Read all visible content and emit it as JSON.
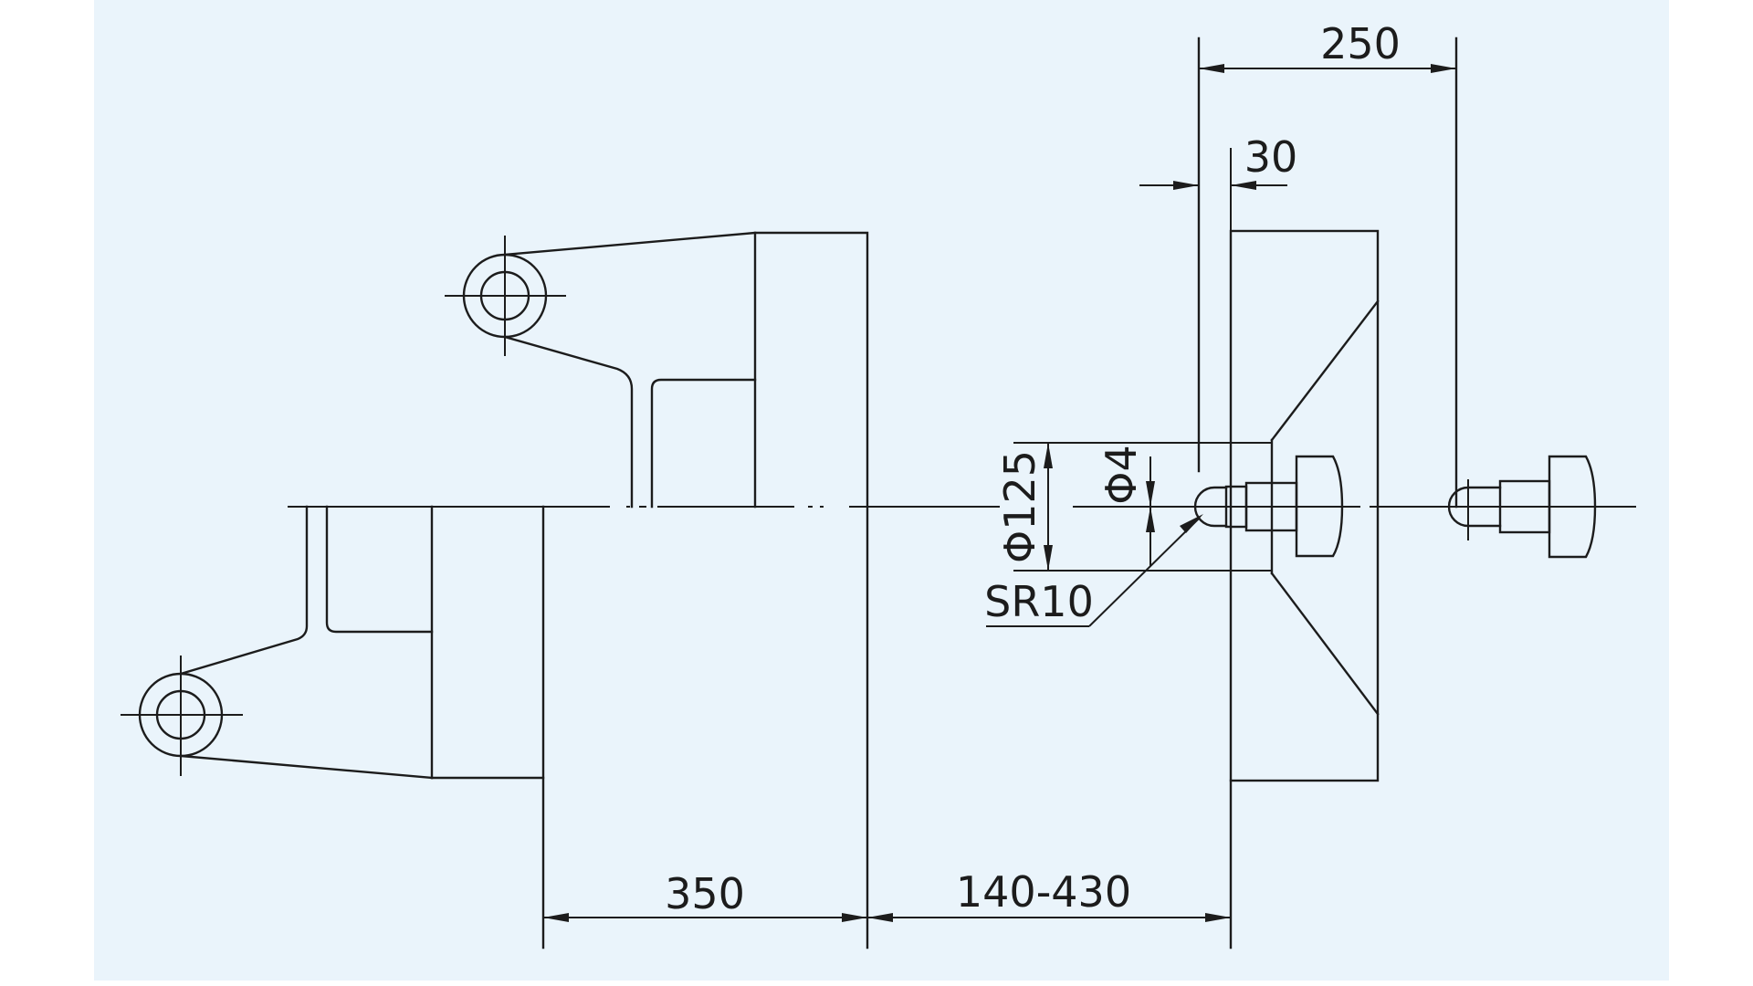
{
  "colors": {
    "panel_background": "#eaf4fb",
    "page_background": "#ffffff",
    "line": "#1c1c1c"
  },
  "dimensions": {
    "top_width": "250",
    "thickness": "30",
    "bore_diameter": "Φ125",
    "hole_diameter": "Φ4",
    "sphere_radius": "SR10",
    "platen_spacing": "350",
    "adjustable_range": "140-430"
  }
}
